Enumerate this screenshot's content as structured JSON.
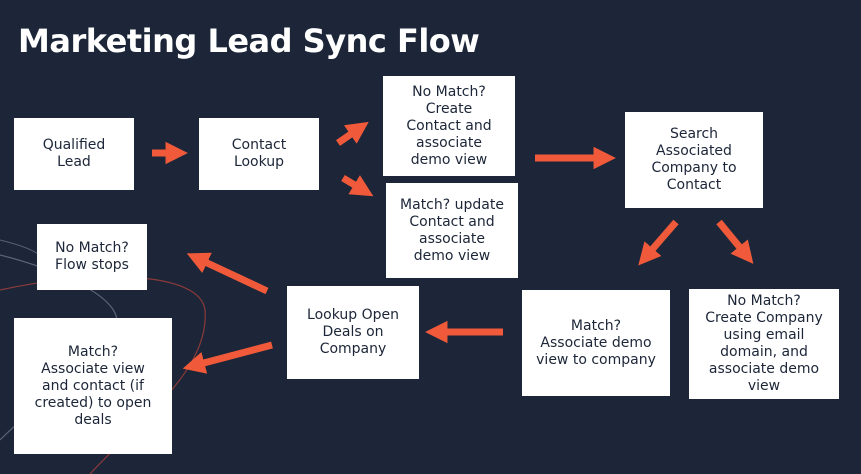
{
  "title": "Marketing Lead Sync Flow",
  "colors": {
    "background": "#1c2638",
    "arrow": "#f05a3a",
    "box": "#ffffff",
    "text": "#1c2638"
  },
  "nodes": {
    "qualified_lead": "Qualified\nLead",
    "contact_lookup": "Contact\nLookup",
    "no_match_create_contact": "No Match?\nCreate\nContact and\nassociate\ndemo view",
    "match_update_contact": "Match? update\nContact and\nassociate\ndemo view",
    "search_company": "Search\nAssociated\nCompany to\nContact",
    "no_match_create_company": "No Match?\nCreate Company\nusing email\ndomain, and\nassociate demo\nview",
    "match_associate_company": "Match?\nAssociate demo\nview to company",
    "lookup_open_deals": "Lookup Open\nDeals on\nCompany",
    "no_match_flow_stops": "No Match?\nFlow stops",
    "match_associate_deals": "Match?\nAssociate view\nand contact (if\ncreated) to open\ndeals"
  }
}
